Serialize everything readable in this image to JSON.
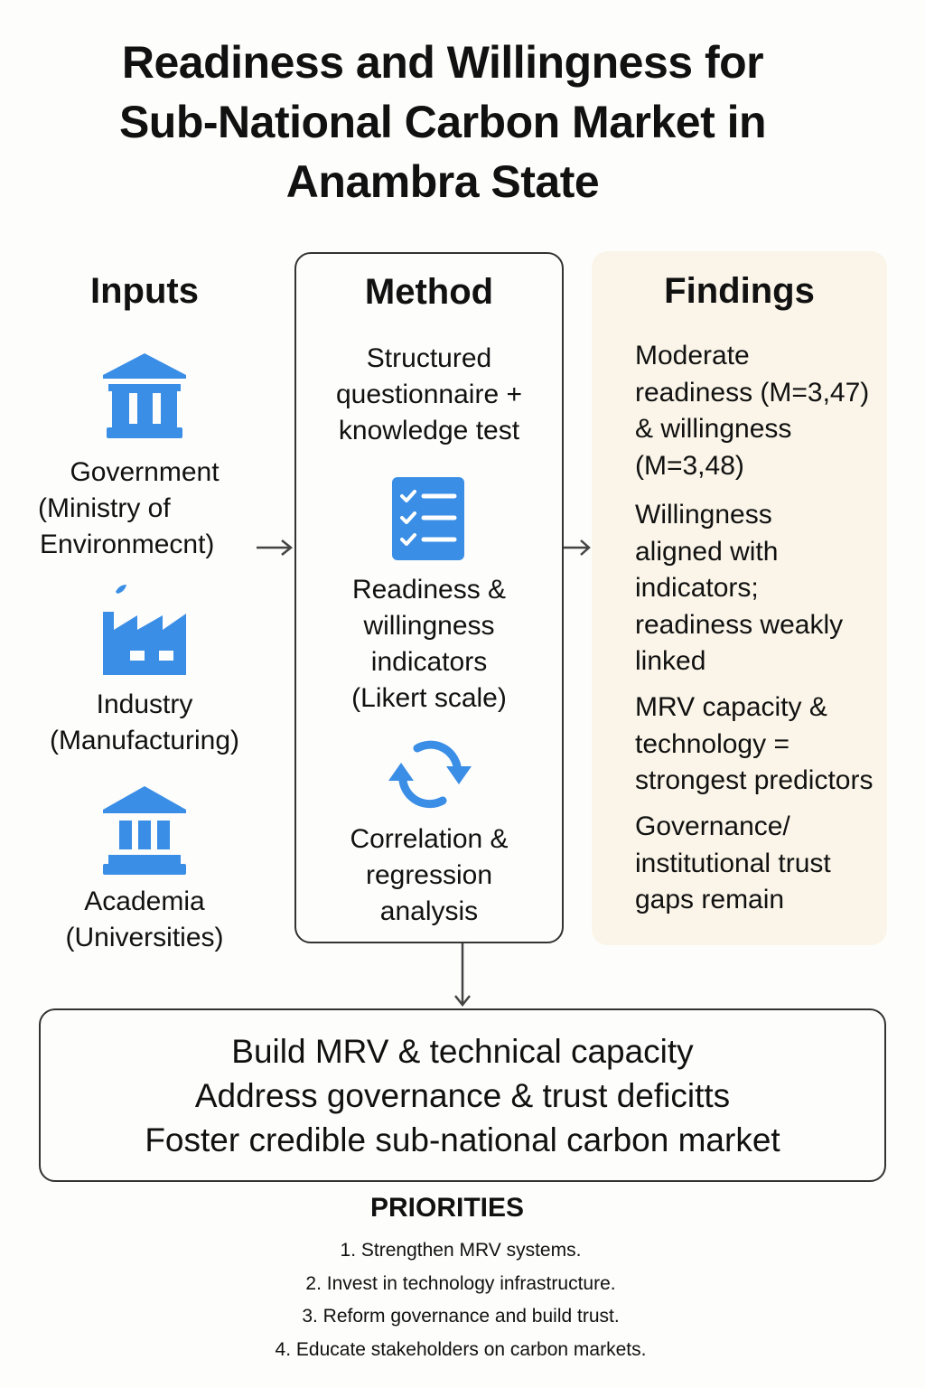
{
  "title": {
    "lines": [
      "Readiness and Willingness for",
      "Sub-National Carbon Market in",
      "Anambra State"
    ]
  },
  "inputs": {
    "heading": "Inputs",
    "items": [
      {
        "icon": "government-building-icon",
        "lines": [
          "Government",
          "(Ministry of",
          "Environmecnt)"
        ]
      },
      {
        "icon": "factory-icon",
        "lines": [
          "Industry",
          "(Manufacturing)"
        ]
      },
      {
        "icon": "university-building-icon",
        "lines": [
          "Academia",
          "(Universities)"
        ]
      }
    ]
  },
  "method": {
    "heading": "Method",
    "steps": [
      {
        "lines": [
          "Structured",
          "questionnaire +",
          "knowledge test"
        ]
      },
      {
        "icon": "checklist-icon",
        "lines": [
          "Readiness &",
          "willingness",
          "indicators",
          "(Likert scale)"
        ]
      },
      {
        "icon": "refresh-cycle-icon",
        "lines": [
          "Correlation &",
          "regression",
          "analysis"
        ]
      }
    ]
  },
  "findings": {
    "heading": "Findings",
    "items": [
      {
        "lines": [
          "Moderate",
          "readiness (M=3,47)",
          "& willingness",
          "(M=3,48)"
        ]
      },
      {
        "lines": [
          "Willingness",
          "aligned with",
          "indicators;",
          "readiness weakly",
          "linked"
        ]
      },
      {
        "lines": [
          "MRV capacity &",
          "technology =",
          "strongest predictors"
        ]
      },
      {
        "lines": [
          "Governance/",
          "institutional trust",
          "gaps remain"
        ]
      }
    ]
  },
  "outcome": {
    "lines": [
      "Build MRV & technical capacity",
      "Address governance & trust deficitts",
      "Foster credible sub-national carbon market"
    ]
  },
  "priorities": {
    "heading": "PRIORITIES",
    "items": [
      "1. Strengthen MRV systems.",
      "2. Invest in technology infrastructure.",
      "3. Reform governance and build trust.",
      "4. Educate stakeholders on carbon markets."
    ]
  },
  "colors": {
    "icon_blue": "#3a8ee6",
    "findings_bg": "#faf5e8",
    "border": "#333333"
  }
}
